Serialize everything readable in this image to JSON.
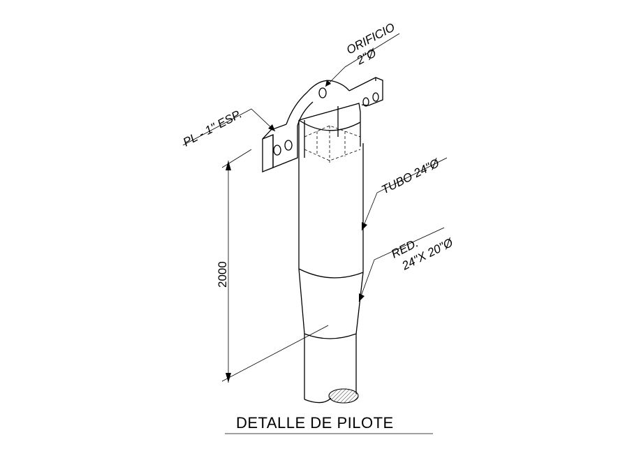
{
  "title": "DETALLE DE PILOTE",
  "labels": {
    "orificio_name": "ORIFICIO",
    "orificio_size": "2\"Ø",
    "plate": "PL - 1\" ESP.",
    "tubo": "TUBO 24\"Ø",
    "red_name": "RED.",
    "red_size": "24\"X 20\"Ø"
  },
  "dimension": {
    "value": "2000"
  }
}
